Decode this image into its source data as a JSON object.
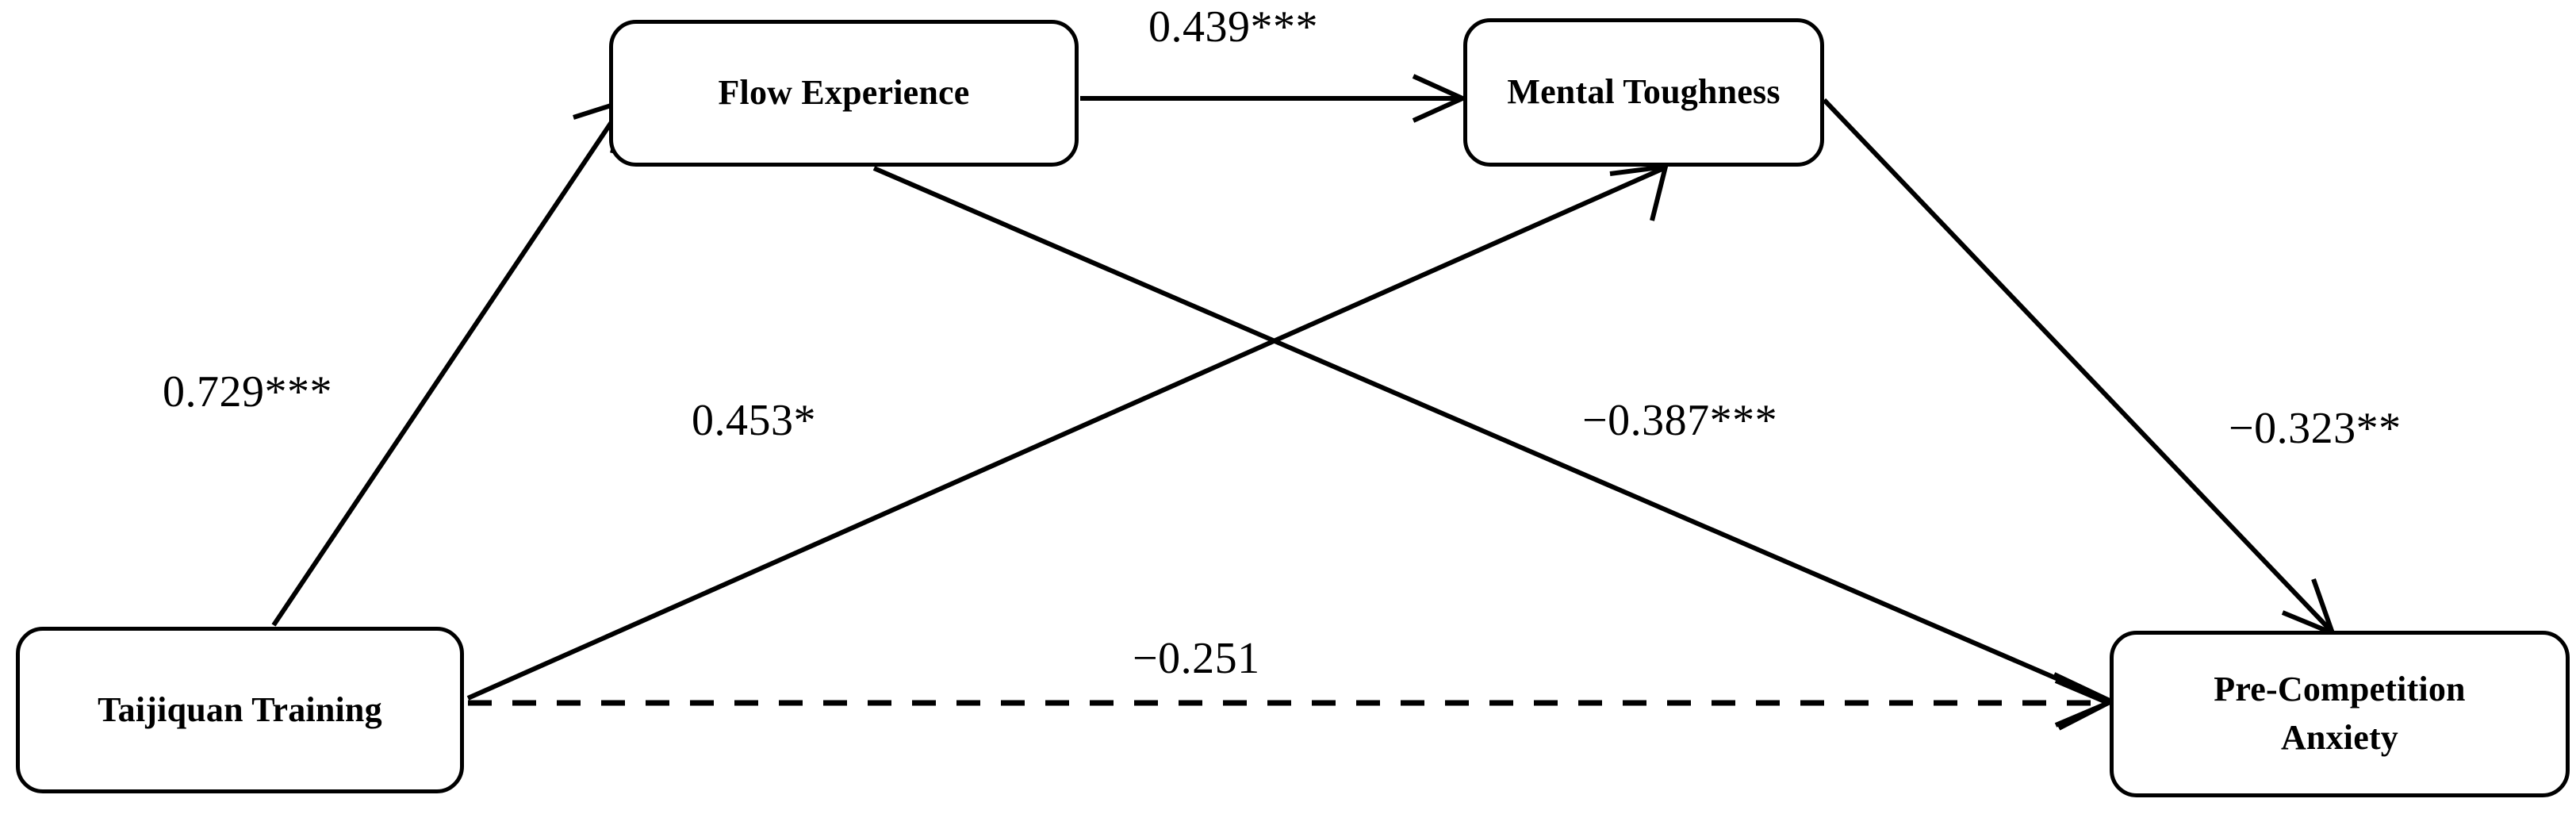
{
  "figure": {
    "type": "path-diagram",
    "title": "",
    "background_color": "#ffffff",
    "line_color": "#000000",
    "text_color": "#000000"
  },
  "nodes": [
    {
      "id": "taijiquan-training",
      "label": "Taijiquan Training"
    },
    {
      "id": "flow-experience",
      "label": "Flow Experience"
    },
    {
      "id": "mental-toughness",
      "label": "Mental Toughness"
    },
    {
      "id": "precompetition-anxiety",
      "label": "Pre-Competition\nAnxiety",
      "label_line1": "Pre-Competition",
      "label_line2": "Anxiety"
    }
  ],
  "edges": [
    {
      "id": "taiji-flow",
      "from": "taijiquan-training",
      "to": "flow-experience",
      "coefficient": "0.729***",
      "value": 0.729,
      "stars": 3,
      "style": "solid"
    },
    {
      "id": "flow-mental",
      "from": "flow-experience",
      "to": "mental-toughness",
      "coefficient": "0.439***",
      "value": 0.439,
      "stars": 3,
      "style": "solid"
    },
    {
      "id": "taiji-mental",
      "from": "taijiquan-training",
      "to": "mental-toughness",
      "coefficient": "0.453*",
      "value": 0.453,
      "stars": 1,
      "style": "solid"
    },
    {
      "id": "flow-anxiety",
      "from": "flow-experience",
      "to": "precompetition-anxiety",
      "coefficient": "−0.387***",
      "value": -0.387,
      "stars": 3,
      "style": "solid"
    },
    {
      "id": "mental-anxiety",
      "from": "mental-toughness",
      "to": "precompetition-anxiety",
      "coefficient": "−0.323**",
      "value": -0.323,
      "stars": 2,
      "style": "solid"
    },
    {
      "id": "taiji-anxiety",
      "from": "taijiquan-training",
      "to": "precompetition-anxiety",
      "coefficient": "−0.251",
      "value": -0.251,
      "stars": 0,
      "style": "dashed"
    }
  ],
  "chart_data": {
    "type": "diagram",
    "title": "",
    "categories": [
      "Taijiquan Training → Flow Experience",
      "Flow Experience → Mental Toughness",
      "Taijiquan Training → Mental Toughness",
      "Flow Experience → Pre-Competition Anxiety",
      "Mental Toughness → Pre-Competition Anxiety",
      "Taijiquan Training → Pre-Competition Anxiety"
    ],
    "values": [
      0.729,
      0.439,
      0.453,
      -0.387,
      -0.323,
      -0.251
    ],
    "labels": [
      "0.729***",
      "0.439***",
      "0.453*",
      "−0.387***",
      "−0.323**",
      "−0.251"
    ]
  }
}
